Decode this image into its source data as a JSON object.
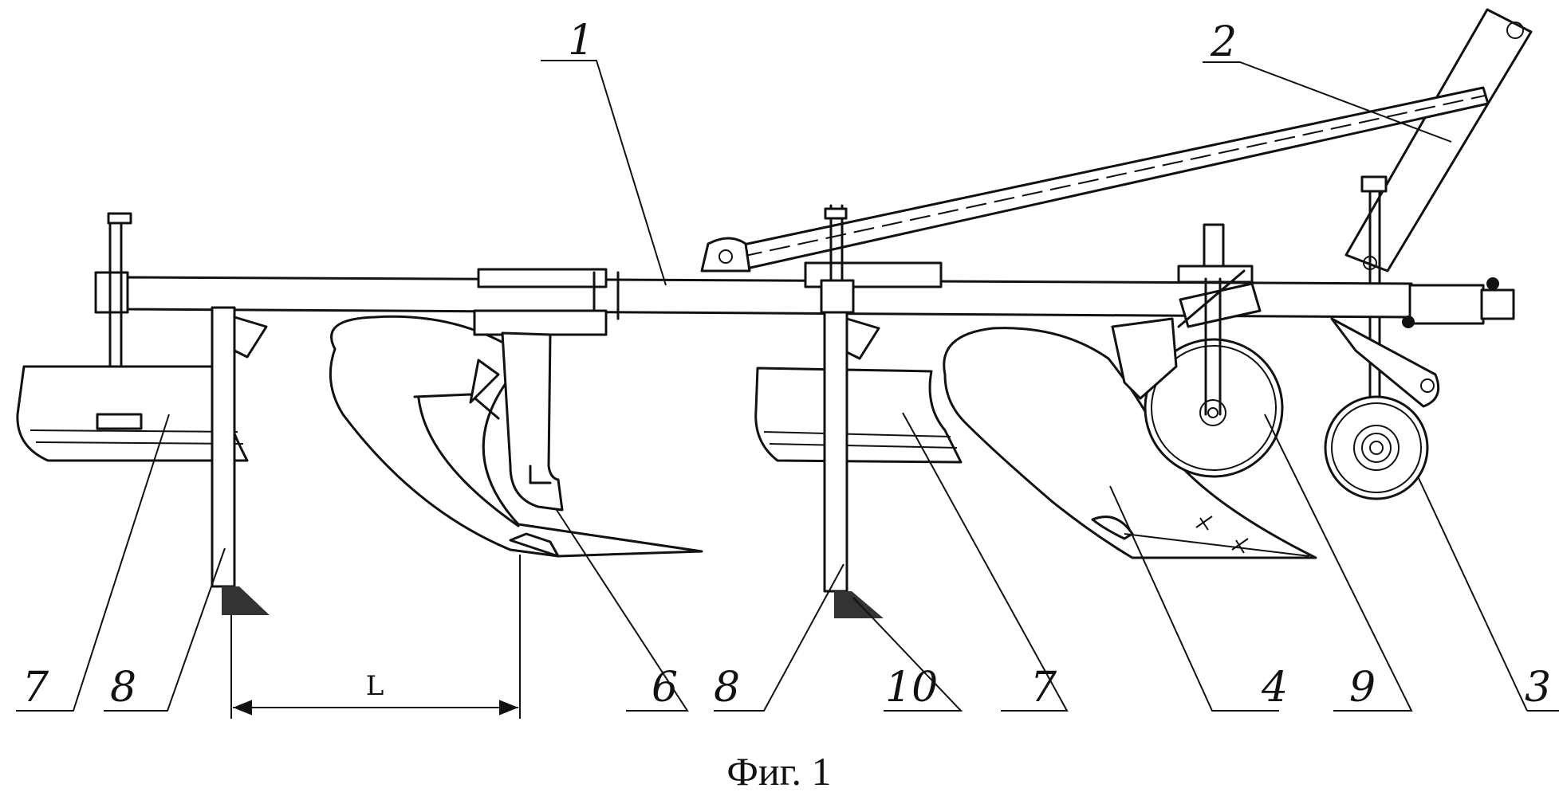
{
  "labels": {
    "l1": "1",
    "l2": "2",
    "l3": "3",
    "l4": "4",
    "l6": "6",
    "l7a": "7",
    "l7b": "7",
    "l8a": "8",
    "l8b": "8",
    "l9": "9",
    "l10": "10"
  },
  "dimension": "L",
  "caption": "Фиг. 1"
}
